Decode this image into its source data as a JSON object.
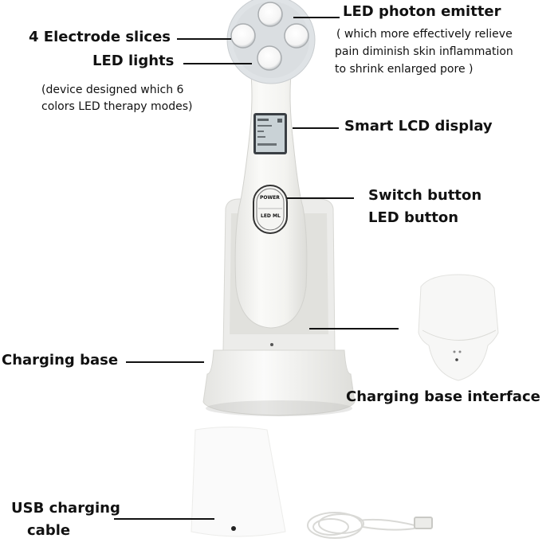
{
  "labels": {
    "electrode": "4 Electrode slices",
    "led_lights": "LED lights",
    "led_lights_note_1": "(device designed which 6",
    "led_lights_note_2": "colors LED therapy modes)",
    "photon_emitter": "LED photon emitter",
    "photon_note_1": "( which more effectively relieve",
    "photon_note_2": "pain diminish skin inflammation",
    "photon_note_3": "to shrink enlarged pore  )",
    "lcd": "Smart LCD display",
    "switch_button": "Switch button",
    "led_button": "LED button",
    "charging_base": "Charging base",
    "charging_base_interface": "Charging base interface",
    "usb_1": "USB charging",
    "usb_2": "cable"
  },
  "device": {
    "power_key": "POWER",
    "led_key": "LED ML"
  },
  "colors": {
    "device_body": "#f4f4f2",
    "head_plate": "#d9dde0",
    "lcd_frame": "#3a3f44",
    "lcd_screen": "#c9d2d6",
    "text": "#111111"
  }
}
